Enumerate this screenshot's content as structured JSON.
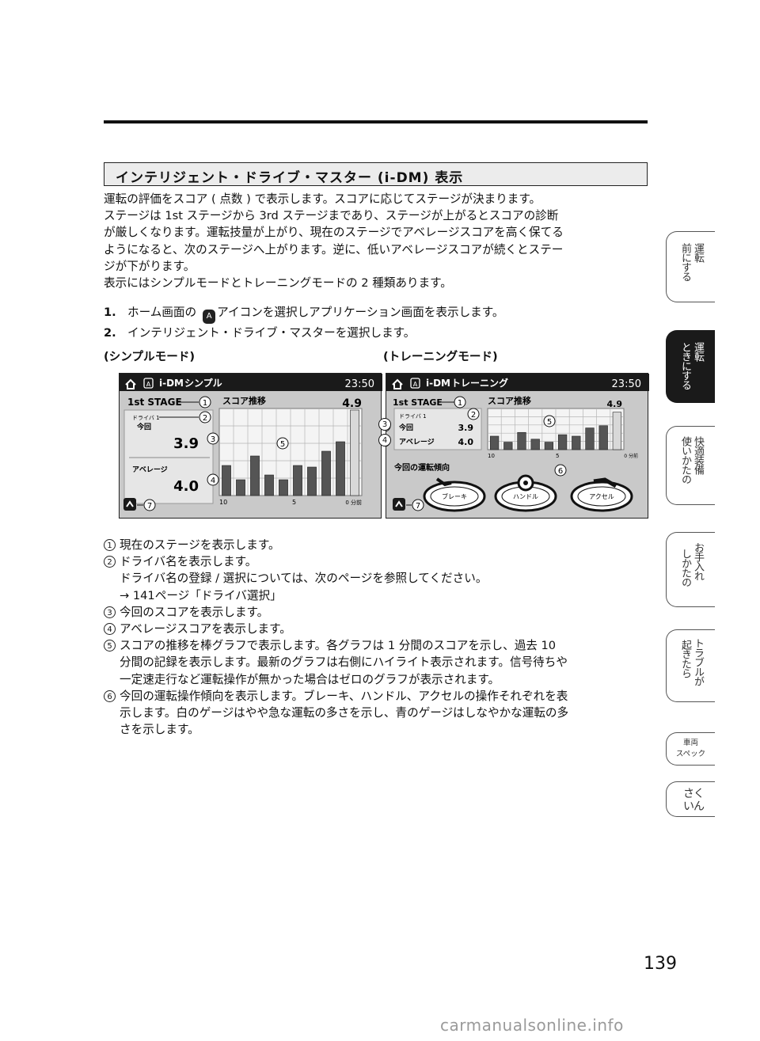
{
  "section_title": "インテリジェント・ドライブ・マスター (i-DM) 表示",
  "intro": [
    "運転の評価をスコア ( 点数 ) で表示します。スコアに応じてステージが決まります。",
    "ステージは 1st ステージから 3rd ステージまであり、ステージが上がるとスコアの診断",
    "が厳しくなります。運転技量が上がり、現在のステージでアベレージスコアを高く保てる",
    "ようになると、次のステージへ上がります。逆に、低いアベレージスコアが続くとステー",
    "ジが下がります。",
    "表示にはシンプルモードとトレーニングモードの 2 種類あります。"
  ],
  "steps": [
    {
      "num": "1.",
      "before": "ホーム画面の",
      "icon": "A",
      "after": "アイコンを選択しアプリケーション画面を表示します。"
    },
    {
      "num": "2.",
      "before": "インテリジェント・ドライブ・マスターを選択します。",
      "icon": "",
      "after": ""
    }
  ],
  "captions": {
    "simple": "(シンプルモード)",
    "training": "(トレーニングモード)"
  },
  "simple_screen": {
    "app_icon_letter": "A",
    "title_prefix": "i-DM",
    "title": "シンプル",
    "clock": "23:50",
    "stage": "1st STAGE",
    "driver": "ドライバ 1",
    "current_label": "今回",
    "current_value": "3.9",
    "average_label": "アベレージ",
    "average_value": "4.0",
    "trend_label": "スコア推移",
    "latest": "4.9",
    "axis": {
      "left": "10",
      "mid": "5",
      "right": "0 分前"
    },
    "bars": [
      1.9,
      1.0,
      2.5,
      1.3,
      1.0,
      1.9,
      1.8,
      2.8,
      3.4,
      5.4
    ]
  },
  "training_screen": {
    "app_icon_letter": "A",
    "title_prefix": "i-DM",
    "title": "トレーニング",
    "clock": "23:50",
    "stage": "1st STAGE",
    "driver": "ドライバ 1",
    "current_label": "今回",
    "current_value": "3.9",
    "average_label": "アベレージ",
    "average_value": "4.0",
    "trend_label": "スコア推移",
    "latest": "4.9",
    "axis": {
      "left": "10",
      "mid": "5",
      "right": "0 分前"
    },
    "bars": [
      1.8,
      1.0,
      2.3,
      1.4,
      1.0,
      2.0,
      1.8,
      2.9,
      3.2,
      5.0
    ],
    "tendency_label": "今回の運転傾向",
    "gauges": [
      "ブレーキ",
      "ハンドル",
      "アクセル"
    ]
  },
  "callouts": [
    "1",
    "2",
    "3",
    "4",
    "5",
    "6",
    "7"
  ],
  "explanations": [
    {
      "n": "1",
      "lines": [
        "現在のステージを表示します。"
      ]
    },
    {
      "n": "2",
      "lines": [
        "ドライバ名を表示します。",
        "ドライバ名の登録 / 選択については、次のページを参照してください。",
        "→ 141ページ「ドライバ選択」"
      ]
    },
    {
      "n": "3",
      "lines": [
        "今回のスコアを表示します。"
      ]
    },
    {
      "n": "4",
      "lines": [
        "アベレージスコアを表示します。"
      ]
    },
    {
      "n": "5",
      "lines": [
        "スコアの推移を棒グラフで表示します。各グラフは 1 分間のスコアを示し、過去 10",
        "分間の記録を表示します。最新のグラフは右側にハイライト表示されます。信号待ちや",
        "一定速走行など運転操作が無かった場合はゼロのグラフが表示されます。"
      ]
    },
    {
      "n": "6",
      "lines": [
        "今回の運転操作傾向を表示します。ブレーキ、ハンドル、アクセルの操作それぞれを表",
        "示します。白のゲージはやや急な運転の多さを示し、青のゲージはしなやかな運転の多",
        "さを示します。"
      ]
    }
  ],
  "side_tabs": [
    {
      "cols": [
        "運転",
        "前にする"
      ],
      "active": false
    },
    {
      "cols": [
        "運転",
        "ときにする"
      ],
      "active": true
    },
    {
      "cols": [
        "快適装備",
        "使いかたの"
      ],
      "active": false
    },
    {
      "cols": [
        "お手入れ",
        "しかたの"
      ],
      "active": false
    },
    {
      "cols": [
        "トラブルが",
        "起きたら"
      ],
      "active": false
    },
    {
      "rows": [
        "車両",
        "スペック"
      ],
      "active": false
    },
    {
      "cols": [
        "さく",
        "いん"
      ],
      "active": false
    }
  ],
  "page_number": "139",
  "watermark": "carmanualsonline.info"
}
